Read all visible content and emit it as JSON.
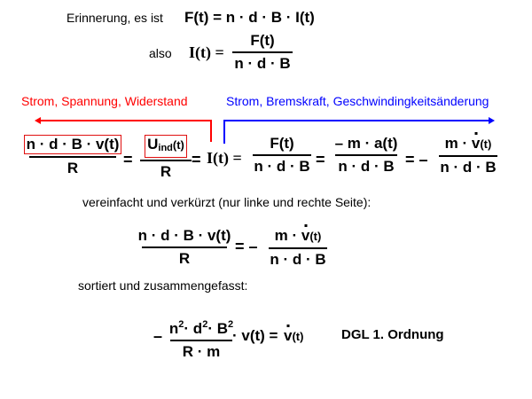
{
  "reminder": {
    "label": "Erinnerung, es ist",
    "formula": "F(t) = n · d · B · I(t)"
  },
  "also": {
    "label": "also",
    "lhs": "I(t) =",
    "numerator": "F(t)",
    "denominator": "n · d · B"
  },
  "annotations": {
    "left_label": "Strom, Spannung, Widerstand",
    "right_label": "Strom, Bremskraft, Geschwindingkeitsänderung",
    "left_color": "#ff0000",
    "right_color": "#0000ff"
  },
  "main_equation": {
    "term1_numerator": "n · d · B · v(t)",
    "term1_denominator": "R",
    "eq1": "=",
    "term2_numerator_base": "U",
    "term2_numerator_sub": "ind",
    "term2_numerator_suffix": "(t)",
    "term2_denominator": "R",
    "eq2": "=",
    "center": "I(t) =",
    "term3_numerator": "F(t)",
    "term3_denominator": "n · d · B",
    "eq3": "=",
    "term4_numerator": "– m · a(t)",
    "term4_denominator": "n · d · B",
    "eq4": "= –",
    "term5_numerator_m": "m ·",
    "term5_numerator_v": "v",
    "term5_numerator_t": "(t)",
    "term5_denominator": "n · d · B"
  },
  "simplified": {
    "label": "vereinfacht und verkürzt (nur linke und rechte Seite):",
    "lhs_numerator": "n · d · B · v(t)",
    "lhs_denominator": "R",
    "eq": "= –",
    "rhs_numerator_m": "m ·",
    "rhs_numerator_v": "v",
    "rhs_numerator_t": "(t)",
    "rhs_denominator": "n · d · B"
  },
  "sorted": {
    "label": "sortiert und zusammengefasst:",
    "minus": "–",
    "numerator_n": "n",
    "numerator_d": "· d",
    "numerator_B": "· B",
    "exp": "2",
    "denominator": "R · m",
    "middle": "· v(t) =",
    "rhs_v": "v",
    "rhs_t": "(t)",
    "dgl_label": "DGL 1. Ordnung"
  }
}
